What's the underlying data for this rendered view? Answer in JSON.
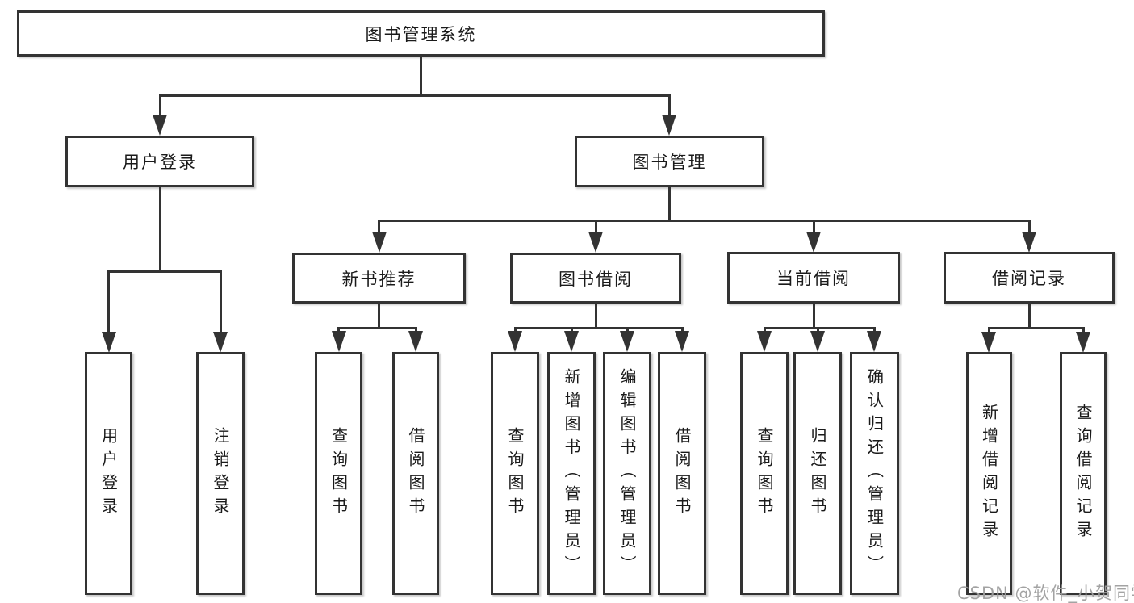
{
  "nodes": {
    "root": "图书管理系统",
    "user_login": "用户登录",
    "book_mgmt": "图书管理",
    "new_book_rec": "新书推荐",
    "book_borrow": "图书借阅",
    "current_borrow": "当前借阅",
    "borrow_record": "借阅记录",
    "ul_login": "用户登录",
    "ul_logout": "注销登录",
    "nb_query": "查询图书",
    "nb_borrow": "借阅图书",
    "bb_query": "查询图书",
    "bb_add": "新增图书（管理员）",
    "bb_edit": "编辑图书（管理员）",
    "bb_borrow": "借阅图书",
    "cb_query": "查询图书",
    "cb_return": "归还图书",
    "cb_confirm": "确认归还（管理员）",
    "br_add": "新增借阅记录",
    "br_query": "查询借阅记录"
  },
  "tree": {
    "图书管理系统": {
      "用户登录": [
        "用户登录",
        "注销登录"
      ],
      "图书管理": {
        "新书推荐": [
          "查询图书",
          "借阅图书"
        ],
        "图书借阅": [
          "查询图书",
          "新增图书（管理员）",
          "编辑图书（管理员）",
          "借阅图书"
        ],
        "当前借阅": [
          "查询图书",
          "归还图书",
          "确认归还（管理员）"
        ],
        "借阅记录": [
          "新增借阅记录",
          "查询借阅记录"
        ]
      }
    }
  },
  "watermark": "CSDN @软件_小贺同学",
  "colors": {
    "line": "#333333",
    "text": "#1a1a1a",
    "background": "#ffffff",
    "watermark": "#9e9e9e"
  }
}
